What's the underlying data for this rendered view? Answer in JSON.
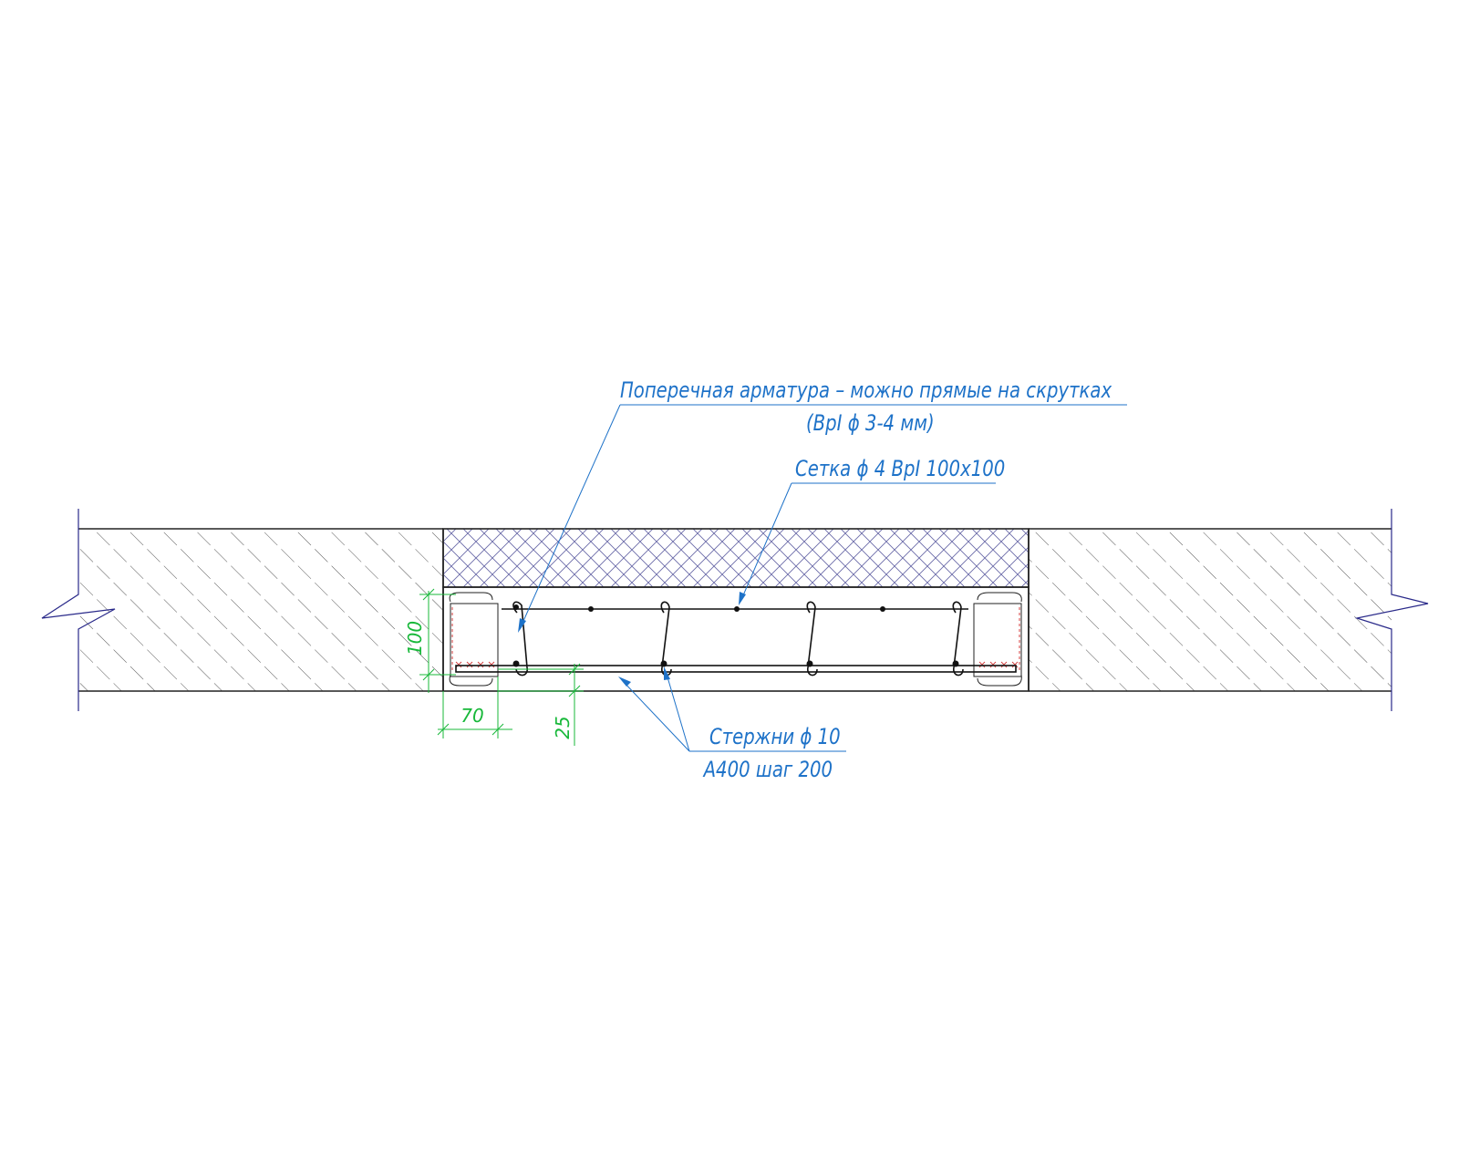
{
  "callouts": {
    "transverse_line1": "Поперечная арматура – можно прямые на скрутках",
    "transverse_line2": "(ВрI ϕ 3-4 мм)",
    "mesh": "Сетка ϕ 4 ВрI 100х100",
    "rods_line1": "Стержни ϕ 10",
    "rods_line2": "А400 шаг 200"
  },
  "dimensions": {
    "height": "100",
    "edge_offset": "70",
    "cover": "25"
  },
  "colors": {
    "callout": "#1e72c8",
    "dimension": "#18b83a",
    "outline": "#222222",
    "break_line": "#2a2a8a",
    "insulation_mark": "#d23c3c"
  }
}
